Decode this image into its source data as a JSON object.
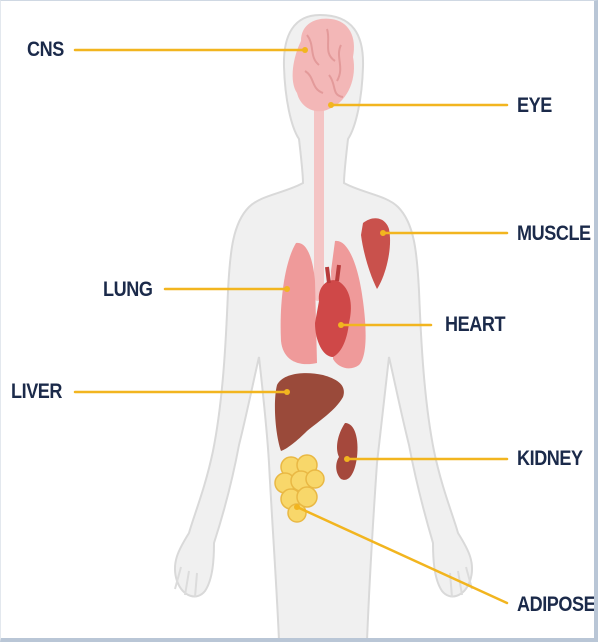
{
  "colors": {
    "label_text": "#1b2a4a",
    "leader_line": "#f2b51f",
    "body_fill": "#f0f0f0",
    "body_outline": "#d9d9d9",
    "brain": "#f3b7b7",
    "lung": "#ef9a9a",
    "heart": "#cf4848",
    "muscle": "#c9514c",
    "liver": "#9a4a3a",
    "kidney": "#a5483c",
    "adipose": "#f8d76a"
  },
  "labels": {
    "cns": "CNS",
    "eye": "EYE",
    "muscle": "MUSCLE",
    "lung": "LUNG",
    "heart": "HEART",
    "liver": "LIVER",
    "kidney": "KIDNEY",
    "adipose": "ADIPOSE"
  }
}
